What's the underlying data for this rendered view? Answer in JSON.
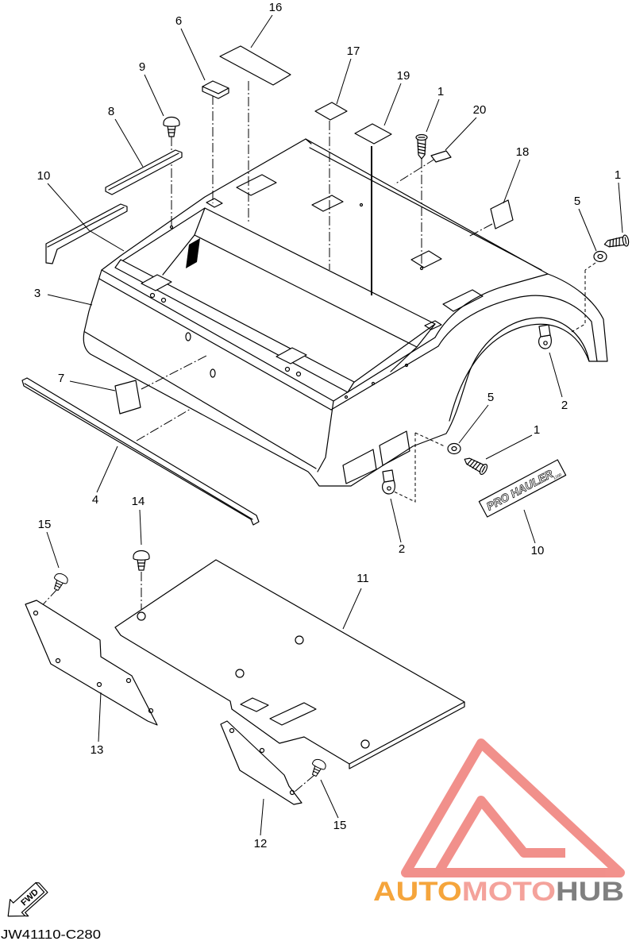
{
  "diagram": {
    "drawing_code": "JW41110-C280",
    "fwd_label": "FWD",
    "decal_text": "PRO HAULER",
    "decal_subtext": "1200",
    "callouts": [
      "16",
      "6",
      "17",
      "9",
      "19",
      "1",
      "20",
      "8",
      "18",
      "10",
      "1",
      "5",
      "3",
      "7",
      "5",
      "2",
      "1",
      "4",
      "14",
      "15",
      "2",
      "10",
      "11",
      "13",
      "12",
      "15"
    ]
  },
  "watermark": {
    "part1": "AUTO",
    "part2": "MOTO",
    "part3": "HUB"
  },
  "icons": {
    "direction": "fwd-arrow-icon",
    "logo": "automotohub-triangle-logo"
  },
  "colors": {
    "line": "#000000",
    "background": "#ffffff",
    "watermark_auto": "#f5a53c",
    "watermark_moto": "#f4a29b",
    "watermark_hub": "#808080",
    "watermark_logo": "#e9473f"
  }
}
